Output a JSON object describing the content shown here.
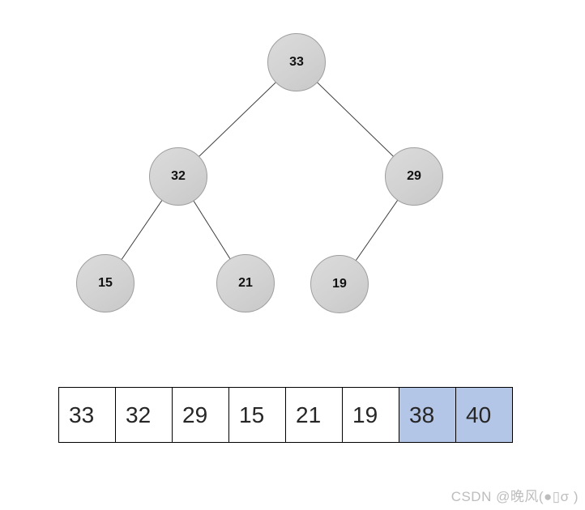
{
  "tree": {
    "nodes": [
      {
        "id": "root",
        "value": "33"
      },
      {
        "id": "left",
        "value": "32"
      },
      {
        "id": "right",
        "value": "29"
      },
      {
        "id": "left-left",
        "value": "15"
      },
      {
        "id": "left-right",
        "value": "21"
      },
      {
        "id": "right-left",
        "value": "19"
      }
    ],
    "edges": [
      [
        "33",
        "32"
      ],
      [
        "33",
        "29"
      ],
      [
        "32",
        "15"
      ],
      [
        "32",
        "21"
      ],
      [
        "29",
        "19"
      ]
    ],
    "colors": {
      "node_fill": "#d2d2d2",
      "node_border": "#9e9e9e",
      "edge": "#3d3d3d",
      "label": "#111111"
    }
  },
  "array": {
    "cells": [
      {
        "value": "33",
        "highlighted": false
      },
      {
        "value": "32",
        "highlighted": false
      },
      {
        "value": "29",
        "highlighted": false
      },
      {
        "value": "15",
        "highlighted": false
      },
      {
        "value": "21",
        "highlighted": false
      },
      {
        "value": "19",
        "highlighted": false
      },
      {
        "value": "38",
        "highlighted": true
      },
      {
        "value": "40",
        "highlighted": true
      }
    ],
    "colors": {
      "cell_border": "#000000",
      "highlight_fill": "#b4c6e7",
      "text": "#262626"
    }
  },
  "watermark": {
    "text": "CSDN @晚风(●▯σ )",
    "color": "#bdbdbd"
  }
}
